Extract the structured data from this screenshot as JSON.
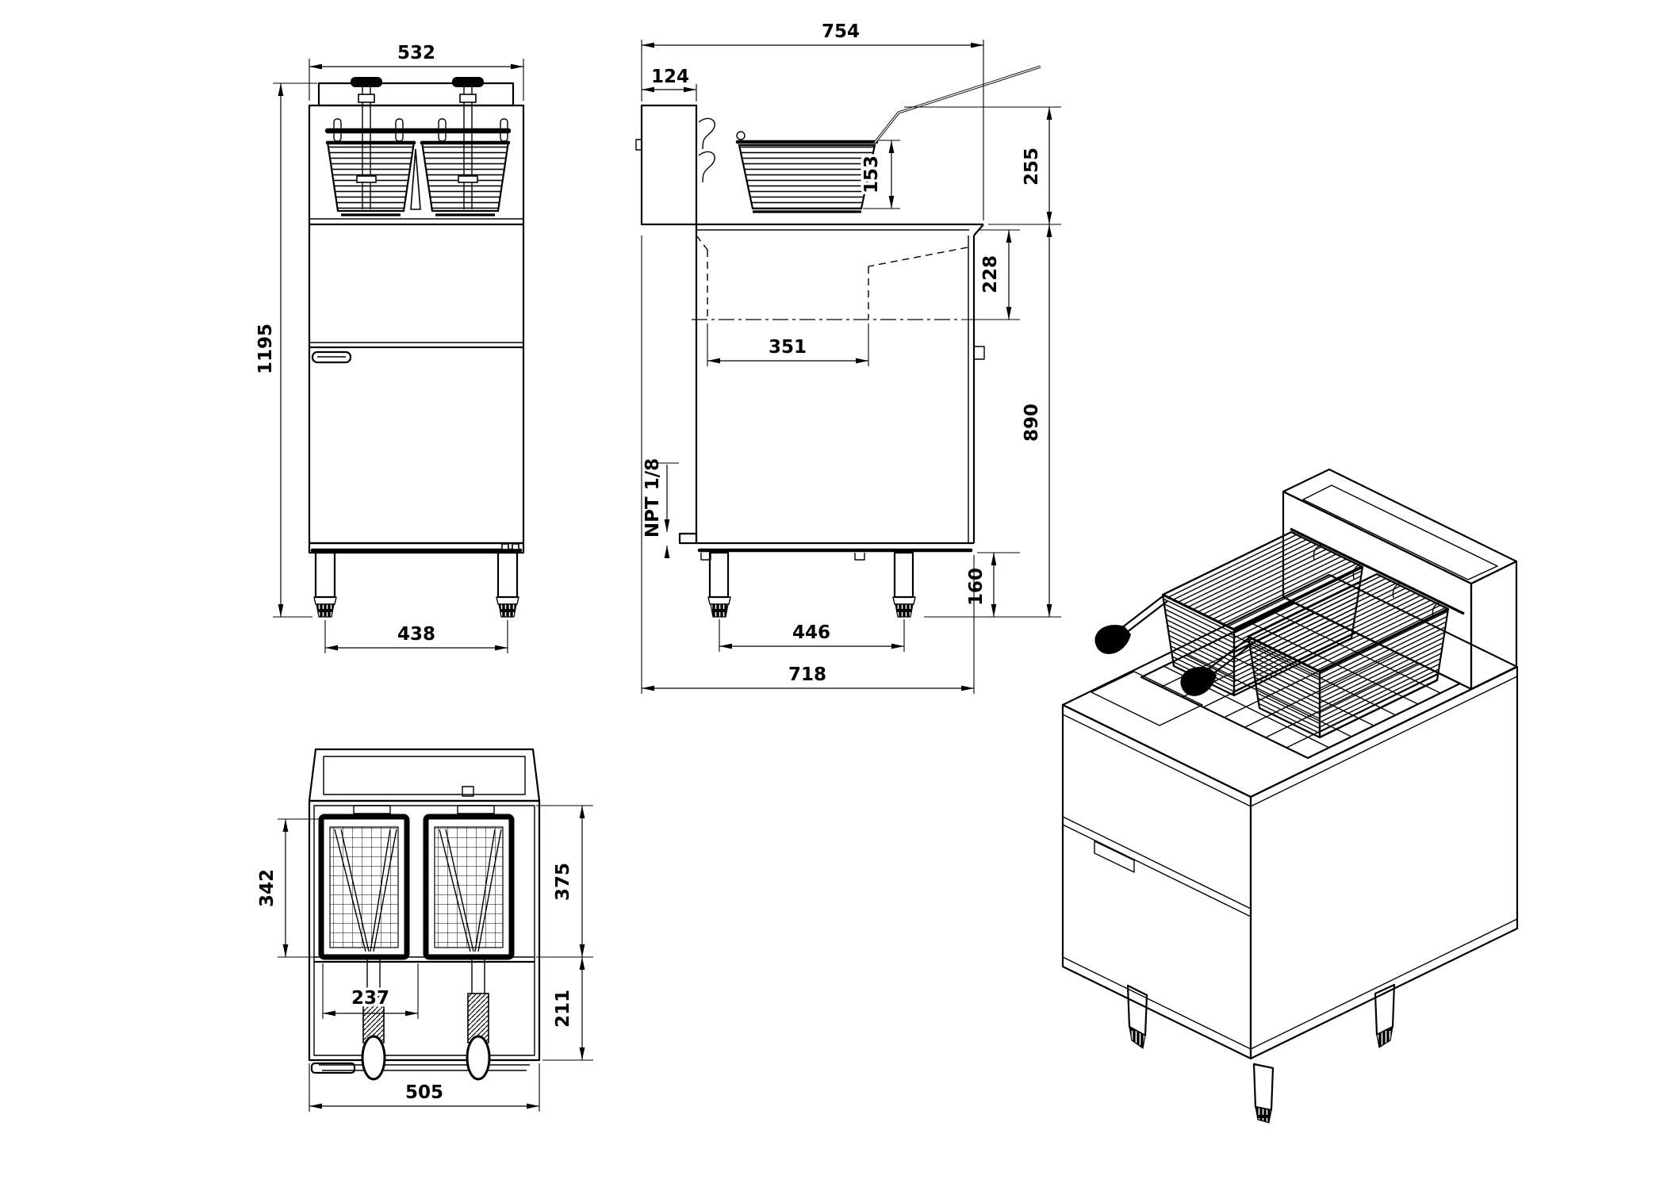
{
  "dimensions": {
    "front": {
      "overall_width": "532",
      "overall_height": "1195",
      "foot_centers": "438"
    },
    "side": {
      "overall_depth": "754",
      "flue_depth": "124",
      "basket_height": "153",
      "upper_height": "255",
      "tank_depth": "228",
      "tank_length": "351",
      "working_height": "890",
      "gas_connection": "NPT 1/8",
      "leg_height": "160",
      "foot_centers": "446",
      "body_depth": "718"
    },
    "top": {
      "basket_depth": "342",
      "vat_opening_depth": "375",
      "vat_width": "237",
      "front_ledge_depth": "211",
      "overall_width": "505"
    }
  }
}
